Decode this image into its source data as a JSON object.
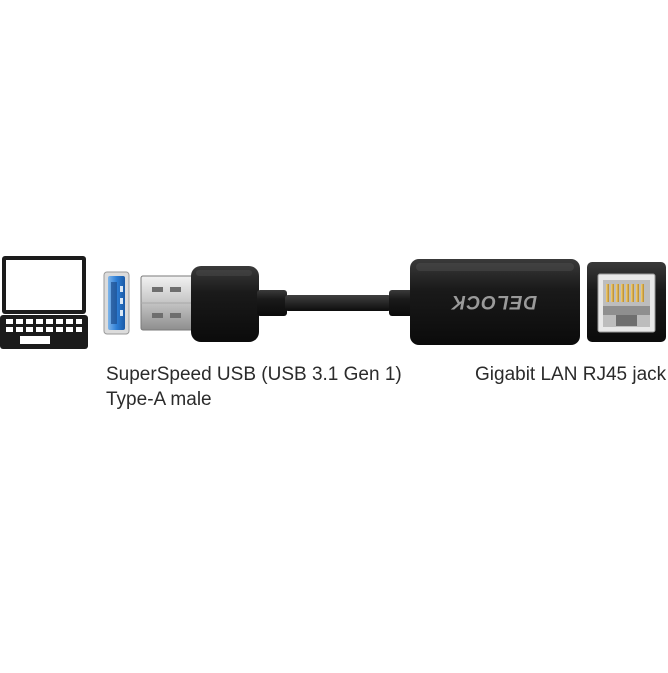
{
  "product": {
    "brand_mark": "DELOCK"
  },
  "captions": {
    "usb_line1": "SuperSpeed USB (USB 3.1 Gen 1)",
    "usb_line2": "Type-A male",
    "lan": "Gigabit LAN RJ45 jack"
  },
  "icons": {
    "laptop": "laptop-icon",
    "usb_port": "usb-port-icon",
    "usb_plug": "usb-a-plug-icon",
    "adapter": "ethernet-adapter-icon",
    "rj45": "rj45-jack-icon"
  },
  "colors": {
    "usb3_blue": "#2f7fd6",
    "body_black": "#151515",
    "text": "#2b2b2b"
  }
}
